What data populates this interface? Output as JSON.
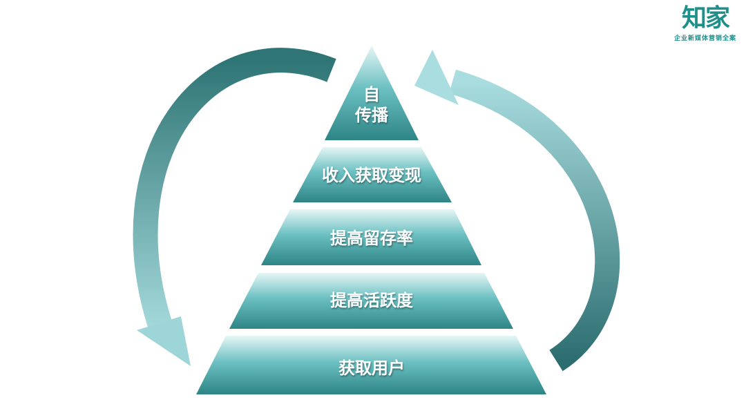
{
  "logo": {
    "mark": "知家",
    "tagline": "企业新媒体营销全案"
  },
  "pyramid": {
    "tiers": [
      {
        "line1": "自",
        "line2": "传播"
      },
      {
        "label": "收入获取变现"
      },
      {
        "label": "提高留存率"
      },
      {
        "label": "提高活跃度"
      },
      {
        "label": "获取用户"
      }
    ]
  },
  "colors": {
    "dark": "#2e8585",
    "light": "#c9ebec",
    "brand": "#1f8f8a"
  }
}
